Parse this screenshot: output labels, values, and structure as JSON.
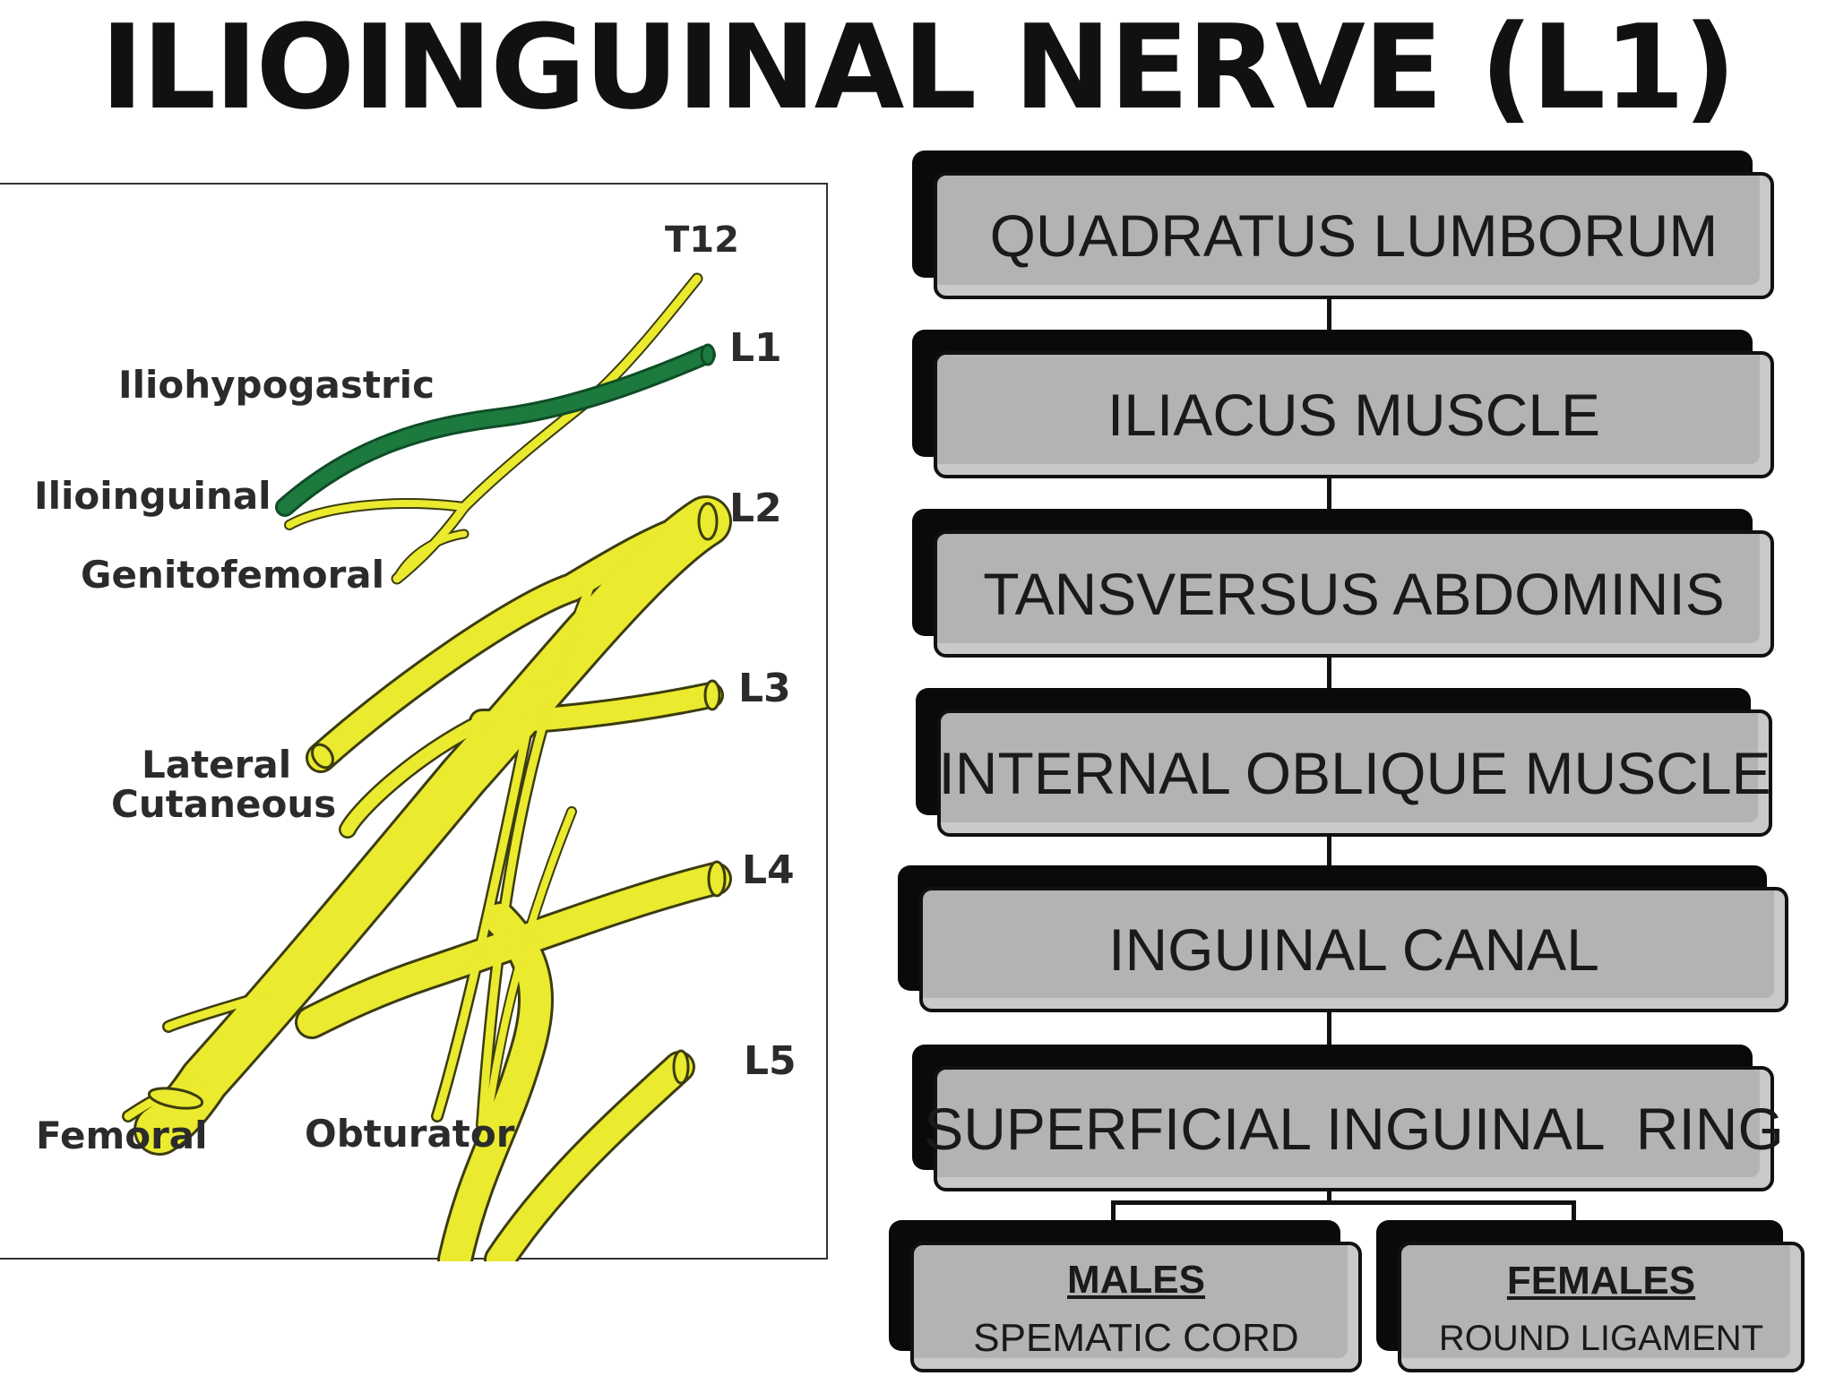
{
  "title": "ILIOINGUINAL NERVE (L1)",
  "illustration": {
    "labels": {
      "t12": "T12",
      "l1": "L1",
      "l2": "L2",
      "l3": "L3",
      "l4": "L4",
      "l5": "L5",
      "iliohypogastric": "Iliohypogastric",
      "ilioinguinal": "Ilioinguinal",
      "genitofemoral": "Genitofemoral",
      "lateral": "Lateral",
      "cutaneous": "Cutaneous",
      "femoral": "Femoral",
      "obturator": "Obturator"
    },
    "colors": {
      "nerve": "#eaea2e",
      "nerve_outline": "#3c3c10",
      "highlight": "#1d7a3e"
    }
  },
  "flowchart": {
    "steps": [
      "QUADRATUS LUMBORUM",
      "ILIACUS MUSCLE",
      "TANSVERSUS ABDOMINIS",
      "INTERNAL OBLIQUE MUSCLE",
      "INGUINAL CANAL",
      "SUPERFICIAL INGUINAL  RING"
    ],
    "branches": [
      {
        "heading": "MALES",
        "text": "SPEMATIC CORD"
      },
      {
        "heading": "FEMALES",
        "text": "ROUND LIGAMENT"
      }
    ],
    "colors": {
      "box_fill": "#b3b3b3",
      "box_shadow": "#0a0a0a",
      "connector": "#111111"
    }
  }
}
